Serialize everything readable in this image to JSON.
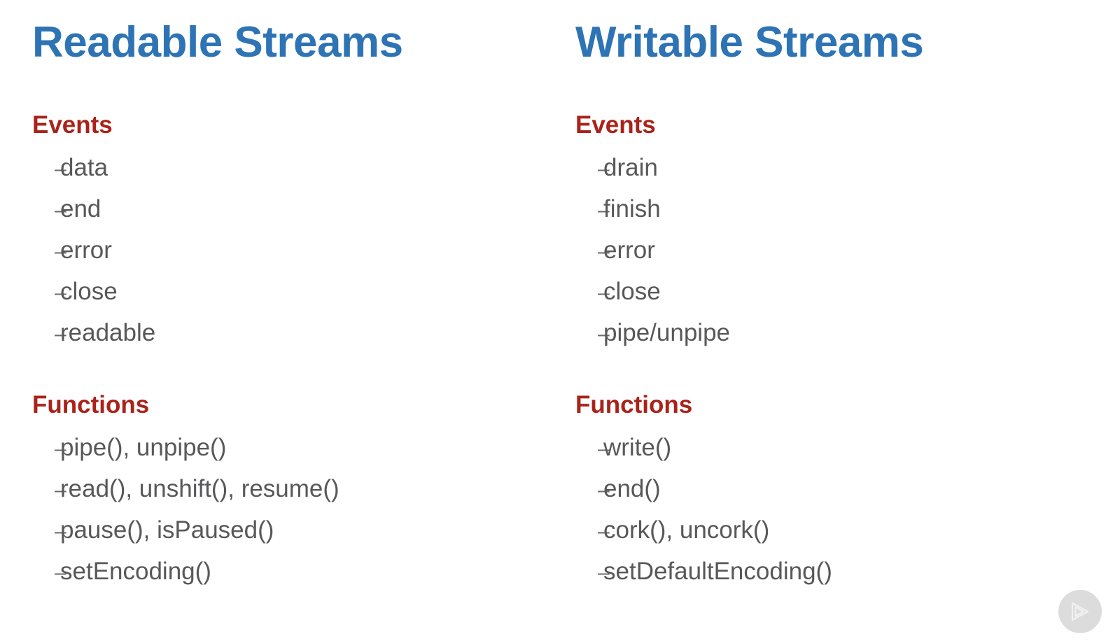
{
  "slide": {
    "background_color": "#FFFFFF",
    "title_color": "#2E74B5",
    "heading_color": "#A8231A",
    "text_color": "#58585A"
  },
  "columns": [
    {
      "title": "Readable Streams",
      "sections": [
        {
          "heading": "Events",
          "items": [
            "data",
            "end",
            "error",
            "close",
            "readable"
          ]
        },
        {
          "heading": "Functions",
          "items": [
            "pipe(), unpipe()",
            "read(), unshift(), resume()",
            "pause(), isPaused()",
            "setEncoding()"
          ]
        }
      ]
    },
    {
      "title": "Writable Streams",
      "sections": [
        {
          "heading": "Events",
          "items": [
            "drain",
            "finish",
            "error",
            "close",
            "pipe/unpipe"
          ]
        },
        {
          "heading": "Functions",
          "items": [
            "write()",
            "end()",
            "cork(), uncork()",
            "setDefaultEncoding()"
          ]
        }
      ]
    }
  ],
  "bullet_dash": "–",
  "watermark": {
    "icon": "play-forward-icon",
    "color": "#DCDCDC"
  }
}
